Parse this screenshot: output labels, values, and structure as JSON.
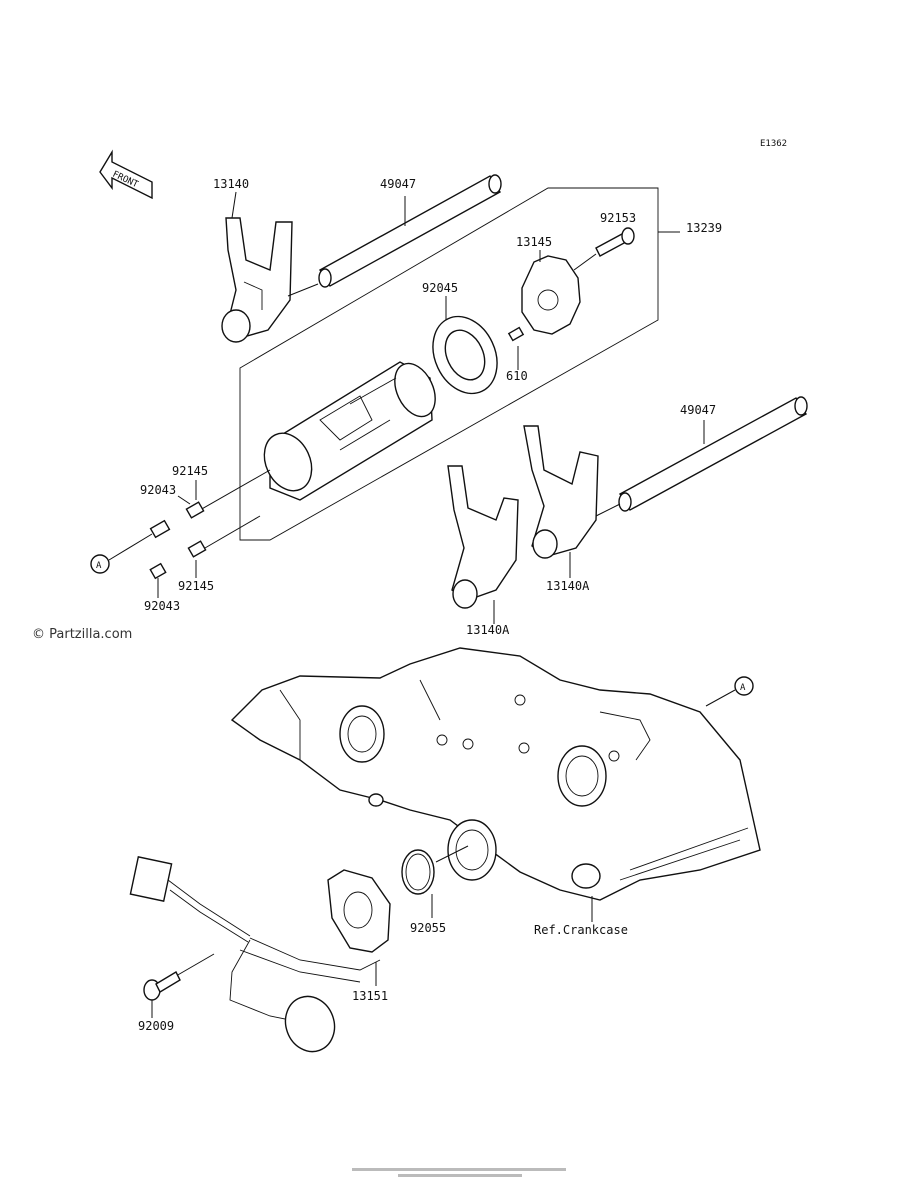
{
  "diagram_code": "E1362",
  "front_label": "FRONT",
  "watermark": "© Partzilla.com",
  "callout_a": "A",
  "parts": {
    "p13140": "13140",
    "p49047_top": "49047",
    "p92153": "92153",
    "p13145": "13145",
    "p13239": "13239",
    "p92045": "92045",
    "p610": "610",
    "p49047_right": "49047",
    "p92145_upper": "92145",
    "p92043_upper": "92043",
    "p92145_lower": "92145",
    "p92043_lower": "92043",
    "p13140A_right": "13140A",
    "p13140A_lower": "13140A",
    "p92055": "92055",
    "ref_crankcase": "Ref.Crankcase",
    "p13151": "13151",
    "p92009": "92009"
  }
}
